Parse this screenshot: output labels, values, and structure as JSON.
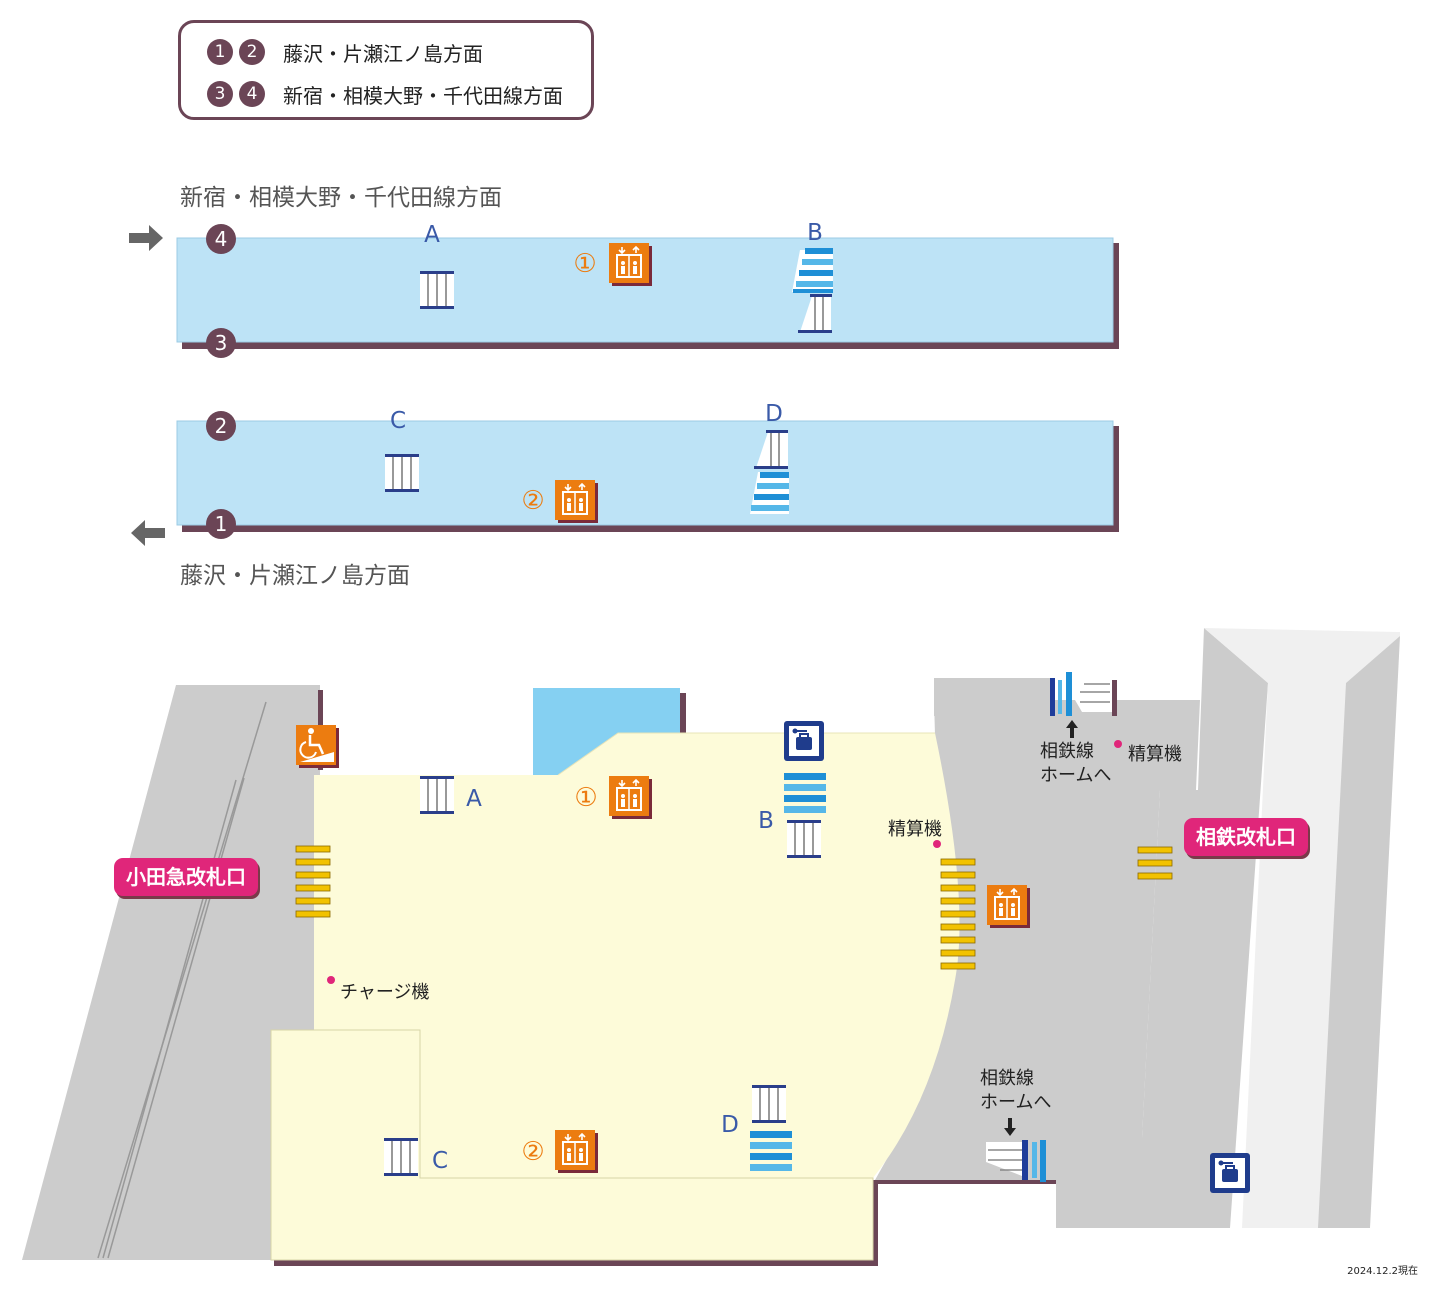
{
  "legend": {
    "rows": [
      {
        "badges": [
          "1",
          "2"
        ],
        "text": "藤沢・片瀬江ノ島方面"
      },
      {
        "badges": [
          "3",
          "4"
        ],
        "text": "新宿・相模大野・千代田線方面"
      }
    ]
  },
  "platform_area": {
    "upper_direction": "新宿・相模大野・千代田線方面",
    "lower_direction": "藤沢・片瀬江ノ島方面",
    "track_numbers": [
      "1",
      "2",
      "3",
      "4"
    ],
    "stair_labels": [
      "A",
      "B",
      "C",
      "D"
    ],
    "elevator_numbers": [
      "①",
      "②"
    ]
  },
  "concourse": {
    "odakyu_gate": "小田急改札口",
    "sotetsu_gate": "相鉄改札口",
    "charge_machine": "チャージ機",
    "fare_adjust_1": "精算機",
    "fare_adjust_2": "精算機",
    "sotetsu_platform_upper": "相鉄線\nホームへ",
    "sotetsu_platform_lower": "相鉄線\nホームへ",
    "stair_labels": [
      "A",
      "B",
      "C",
      "D"
    ],
    "elevator_numbers": [
      "①",
      "②"
    ]
  },
  "date": "2024.12.2現在",
  "icons": [
    "elevator-icon",
    "wheelchair-ramp-icon",
    "coin-locker-icon",
    "escalator-icon",
    "stairs-icon",
    "arrow-icon"
  ],
  "colors": {
    "platform": "#bde3f6",
    "platform_shadow": "#6b4556",
    "badge": "#6b4556",
    "elevator": "#ec7c10",
    "concourse": "#fdfbd9",
    "outer_area": "#cccccc",
    "gate_label": "#e0267a",
    "gate_bars": "#f2c200",
    "stair_blue": "#1e8fd6",
    "locker_navy": "#1f3c8c",
    "letter_blue": "#3a5aa8"
  }
}
